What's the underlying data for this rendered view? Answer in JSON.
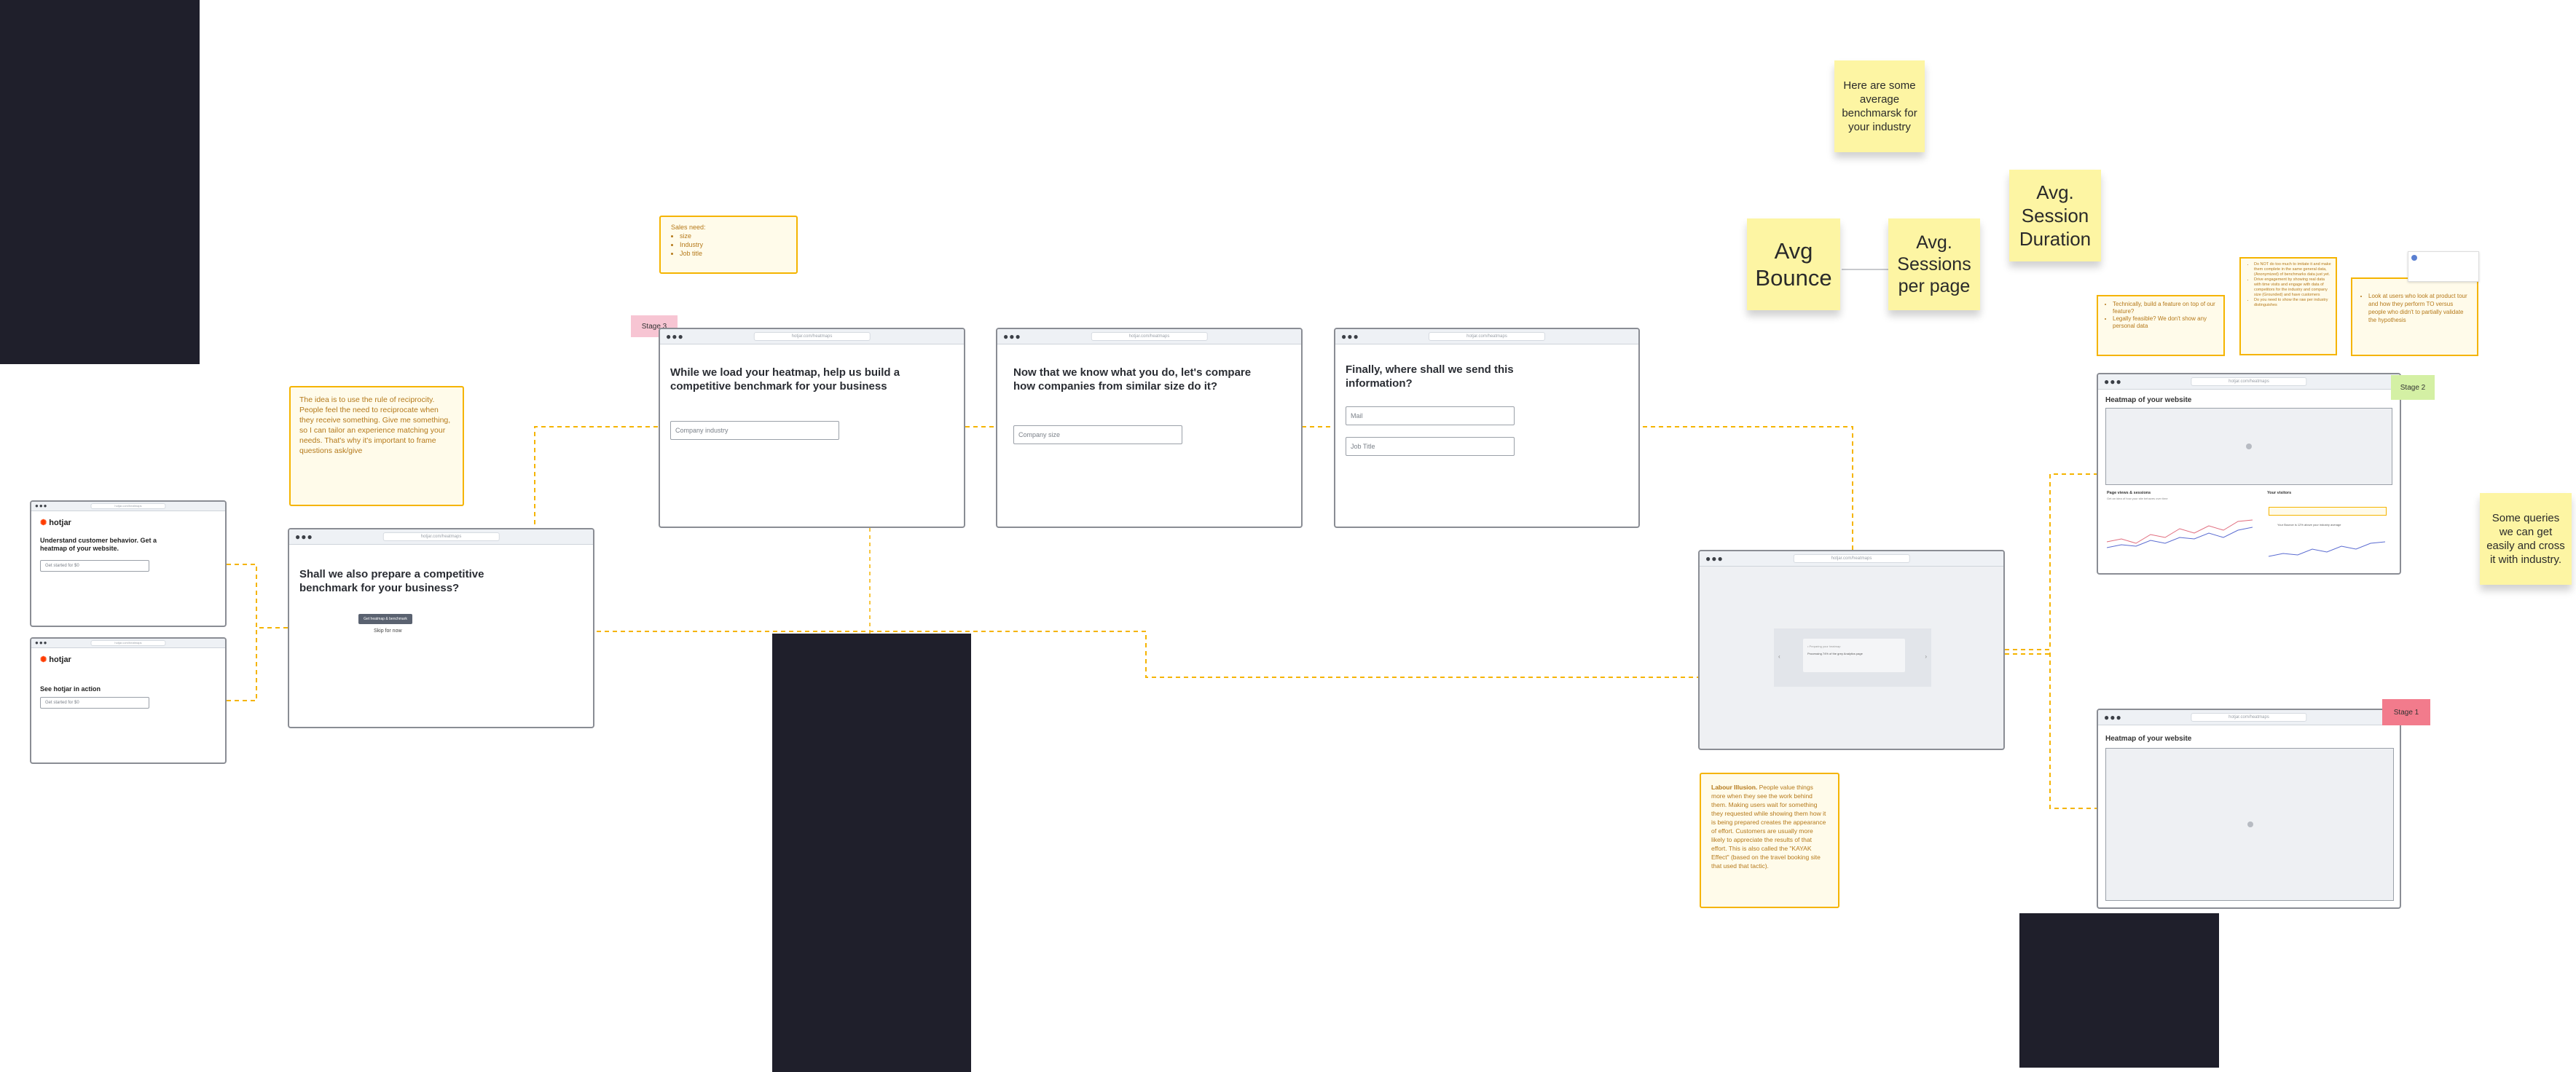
{
  "colors": {
    "accent": "#f5b400",
    "dark_block": "#1f1f2b",
    "sticky": "#fdf5a3",
    "stage_pink": "#f7c5d3",
    "stage_red": "#f27b8c",
    "stage_green": "#d4f0a4"
  },
  "landing1": {
    "brand": "hotjar",
    "headline": "Understand customer behavior. Get a heatmap of your website.",
    "input": "Get started for $0"
  },
  "landing2": {
    "brand": "hotjar",
    "headline": "See hotjar in action",
    "input": "Get started for $0"
  },
  "prepare": {
    "question": "Shall we also prepare a competitive benchmark for your business?",
    "yes_button": "Get heatmap & benchmark",
    "no_link": "Skip for now"
  },
  "note_reciprocity": "The idea is to use the rule of reciprocity. People feel the need to reciprocate when they receive something. Give me something, so I can tailor an experience matching your needs. That's why it's important to frame questions ask/give",
  "sales_note": {
    "title": "Sales need:",
    "items": [
      "size",
      "Industry",
      "Job title"
    ]
  },
  "stage3": "Stage 3",
  "step1": {
    "question": "While we load your heatmap, help us build a competitive benchmark for your business",
    "input": "Company industry"
  },
  "step2": {
    "question": "Now that we know what you do, let's compare how companies from similar size do it?",
    "input": "Company size"
  },
  "step3": {
    "question": "Finally, where shall we send this information?",
    "email": "Mail",
    "job": "Job Title"
  },
  "loading": {
    "line1": "• Preparing your heatmap",
    "line2": "Processing 74% of the grey Analytics page"
  },
  "labour_note": {
    "bold": "Labour Illusion.",
    "text": " People value things more when they see the work behind them. Making users wait for something they requested while showing them how it is being prepared creates the appearance of effort. Customers are usually more likely to appreciate the results of that effort. This is also called the \"KAYAK Effect\" (based on the travel booking site that used that tactic)."
  },
  "stickies": {
    "benchmarks": "Here are some average benchmarsk for your industry",
    "bounce": "Avg Bounce",
    "sessions": "Avg. Sessions per page",
    "duration": "Avg. Session Duration",
    "queries": "Some queries we can get easily and cross it with industry."
  },
  "tech_note": {
    "items": [
      "Technically, build a feature on top of our feature?",
      "Legally feasible? We don't show any personal data"
    ]
  },
  "mid_note": {
    "items": [
      "Do NOT do too much to imitate it and make them complete in the same general data, (Anonymized) of benchmarks data just yet.",
      "Drive engagement by showing real data with time visits and engage with data of competitors for the industry and company size (Grounded) and have customers",
      "Do you need to show the raw per industry distinguishes"
    ]
  },
  "right_note": {
    "items": [
      "Look at users who look at product tour and how they perform TO versus people who didn't to partially validate the hypothesis"
    ]
  },
  "stage2": {
    "tag": "Stage 2",
    "title": "Heatmap of your website",
    "metric_title": "Page views & sessions",
    "metric_sub": "Get an idea of how your site behaves over time",
    "alerts_title": "Your visitors",
    "alert_text": "Your Bounce is 12% above your industry average"
  },
  "stage1": {
    "tag": "Stage 1",
    "title": "Heatmap of your website"
  },
  "url_text": "hotjar.com/heatmaps"
}
